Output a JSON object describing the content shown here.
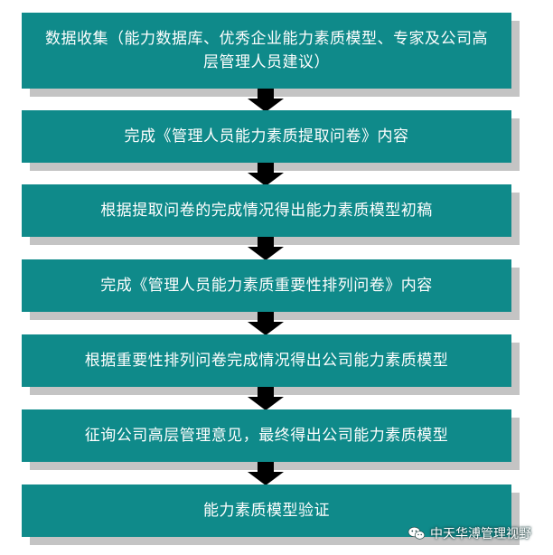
{
  "steps": [
    {
      "text": "数据收集（能力数据库、优秀企业能力素质模型、专家及公司高层管理人员建议）"
    },
    {
      "text": "完成《管理人员能力素质提取问卷》内容"
    },
    {
      "text": "根据提取问卷的完成情况得出能力素质模型初稿"
    },
    {
      "text": "完成《管理人员能力素质重要性排列问卷》内容"
    },
    {
      "text": "根据重要性排列问卷完成情况得出公司能力素质模型"
    },
    {
      "text": "征询公司高层管理意见，最终得出公司能力素质模型"
    },
    {
      "text": "能力素质模型验证"
    }
  ],
  "watermark": {
    "text": "中天华溥管理视野",
    "icon": "wechat-icon"
  },
  "colors": {
    "box": "#0f8a8a",
    "shadow": "#c4c4c4",
    "arrow": "#000000",
    "text": "#ffffff"
  }
}
